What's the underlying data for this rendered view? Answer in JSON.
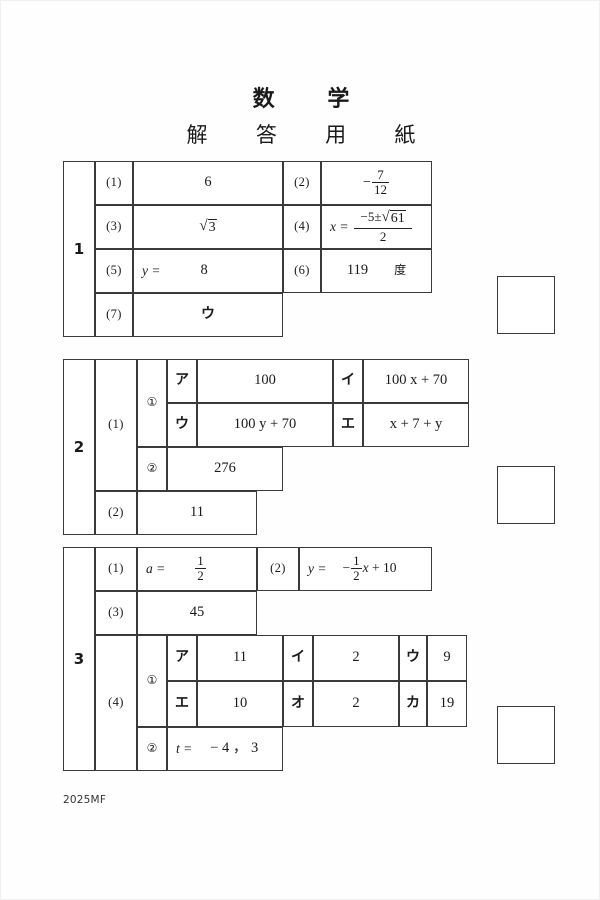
{
  "document": {
    "title_main": "数　学",
    "title_sub": "解　答　用　紙",
    "footer_code": "2025MF"
  },
  "blocks": [
    {
      "number": "1",
      "rows": [
        {
          "left_label": "(1)",
          "left_prefix": "",
          "left_value": "6",
          "right_label": "(2)",
          "right_prefix": "",
          "right_value": "-7/12"
        },
        {
          "left_label": "(3)",
          "left_prefix": "",
          "left_value": "√3",
          "right_label": "(4)",
          "right_prefix": "x =",
          "right_value": "(-5±√61)/2"
        },
        {
          "left_label": "(5)",
          "left_prefix": "y =",
          "left_value": "8",
          "right_label": "(6)",
          "right_prefix": "",
          "right_value": "119",
          "right_suffix": "度"
        },
        {
          "left_label": "(7)",
          "left_prefix": "",
          "left_value": "ウ"
        }
      ]
    },
    {
      "number": "2",
      "group_label": "(1)",
      "sub1_label": "①",
      "sub1_cells": [
        {
          "key": "ア",
          "value": "100"
        },
        {
          "key": "イ",
          "value": "100 x + 70"
        },
        {
          "key": "ウ",
          "value": "100 y + 70"
        },
        {
          "key": "エ",
          "value": "x + 7 + y"
        }
      ],
      "sub2_label": "②",
      "sub2_value": "276",
      "row2_label": "(2)",
      "row2_value": "11"
    },
    {
      "number": "3",
      "rows": [
        {
          "left_label": "(1)",
          "left_prefix": "a =",
          "left_value": "1/2",
          "right_label": "(2)",
          "right_prefix": "y =",
          "right_value": "-1/2 x + 10"
        },
        {
          "left_label": "(3)",
          "left_value": "45"
        }
      ],
      "group_label": "(4)",
      "sub1_label": "①",
      "sub1_cells": [
        {
          "key": "ア",
          "value": "11"
        },
        {
          "key": "イ",
          "value": "2"
        },
        {
          "key": "ウ",
          "value": "9"
        },
        {
          "key": "エ",
          "value": "10"
        },
        {
          "key": "オ",
          "value": "2"
        },
        {
          "key": "カ",
          "value": "19"
        }
      ],
      "sub2_label": "②",
      "sub2_prefix": "t =",
      "sub2_value": "− 4 ， 3"
    }
  ],
  "score_boxes": [
    {
      "name": "score-box-1",
      "value": ""
    },
    {
      "name": "score-box-2",
      "value": ""
    },
    {
      "name": "score-box-3",
      "value": ""
    }
  ]
}
